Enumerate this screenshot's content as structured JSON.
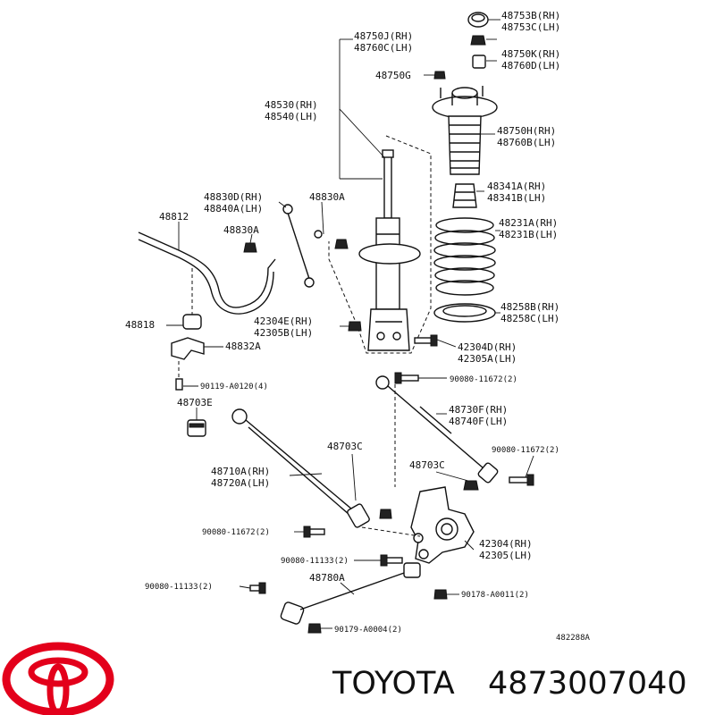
{
  "labels": {
    "p48753": [
      "48753B(RH)",
      "48753C(LH)"
    ],
    "p48760": [
      "48750J(RH)",
      "48760C(LH)"
    ],
    "p48750k": [
      "48750K(RH)",
      "48760D(LH)"
    ],
    "p48750g": [
      "48750G"
    ],
    "p48530": [
      "48530(RH)",
      "48540(LH)"
    ],
    "p48750h": [
      "48750H(RH)",
      "48760B(LH)"
    ],
    "p48341": [
      "48341A(RH)",
      "48341B(LH)"
    ],
    "p48830d": [
      "48830D(RH)",
      "48840A(LH)"
    ],
    "p48830a_top": [
      "48830A"
    ],
    "p48812": [
      "48812"
    ],
    "p48830a_mid": [
      "48830A"
    ],
    "p48231": [
      "48231A(RH)",
      "48231B(LH)"
    ],
    "p48258": [
      "48258B(RH)",
      "48258C(LH)"
    ],
    "p48818": [
      "48818"
    ],
    "p42304e": [
      "42304E(RH)",
      "42305B(LH)"
    ],
    "p48832": [
      "48832A"
    ],
    "p42304d": [
      "42304D(RH)",
      "42305A(LH)"
    ],
    "p90119": [
      "90119-A0120(4)"
    ],
    "p90080a": [
      "90080-11672(2)"
    ],
    "p48703e": [
      "48703E"
    ],
    "p48730": [
      "48730F(RH)",
      "48740F(LH)"
    ],
    "p48703c_a": [
      "48703C"
    ],
    "p90080b": [
      "90080-11672(2)"
    ],
    "p48710": [
      "48710A(RH)",
      "48720A(LH)"
    ],
    "p48703c_b": [
      "48703C"
    ],
    "p90080c": [
      "90080-11672(2)"
    ],
    "p42304": [
      "42304(RH)",
      "42305(LH)"
    ],
    "p90080d": [
      "90080-11133(2)"
    ],
    "p90080e": [
      "90080-11133(2)"
    ],
    "p48780": [
      "48780A"
    ],
    "p90178": [
      "90178-A0011(2)"
    ],
    "p90179": [
      "90179-A0004(2)"
    ]
  },
  "figure_code": "482288A",
  "brand": {
    "name": "TOYOTA",
    "part_number": "4873007040",
    "logo_color": "#e3001b"
  }
}
